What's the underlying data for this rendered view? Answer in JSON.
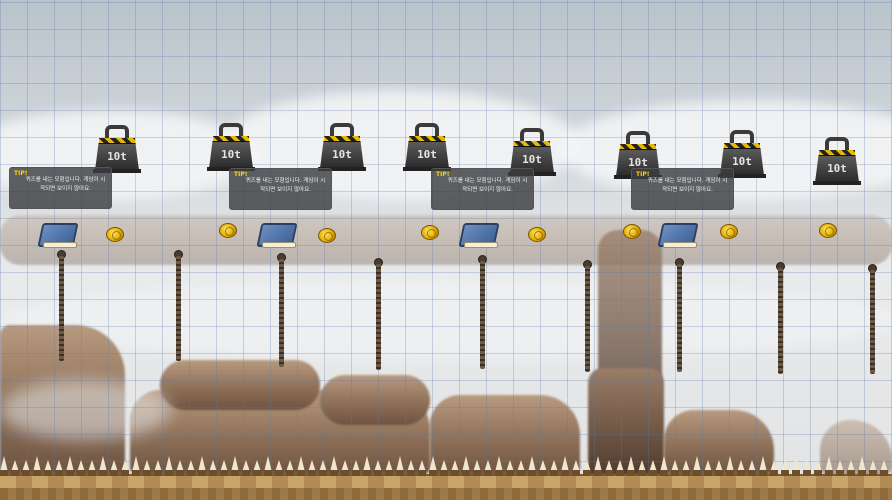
{
  "scene": {
    "weights": [
      {
        "label": "10t"
      },
      {
        "label": "10t"
      },
      {
        "label": "10t"
      },
      {
        "label": "10t"
      },
      {
        "label": "10t"
      },
      {
        "label": "10t"
      },
      {
        "label": "10t"
      },
      {
        "label": "10t"
      }
    ],
    "tips": [
      {
        "title": "TIP!",
        "text": "퀴즈를 내는 모험입니다. 게임이 시작되면 보이지 않아요."
      },
      {
        "title": "TIP!",
        "text": "퀴즈를 내는 모험입니다. 게임이 시작되면 보이지 않아요."
      },
      {
        "title": "TIP!",
        "text": "퀴즈를 내는 모험입니다. 게임이 시작되면 보이지 않아요."
      },
      {
        "title": "TIP!",
        "text": "퀴즈를 내는 모험입니다. 게임이 시작되면 보이지 않아요."
      }
    ],
    "icons": {
      "weight": "weight-10t-icon",
      "coin": "gold-coin-icon",
      "book": "quiz-book-icon",
      "rope": "rope-icon",
      "spike": "spike-icon"
    },
    "colors": {
      "tip_title": "#ffd400",
      "coin": "#e0a800",
      "grid": "#5a78aa"
    }
  }
}
